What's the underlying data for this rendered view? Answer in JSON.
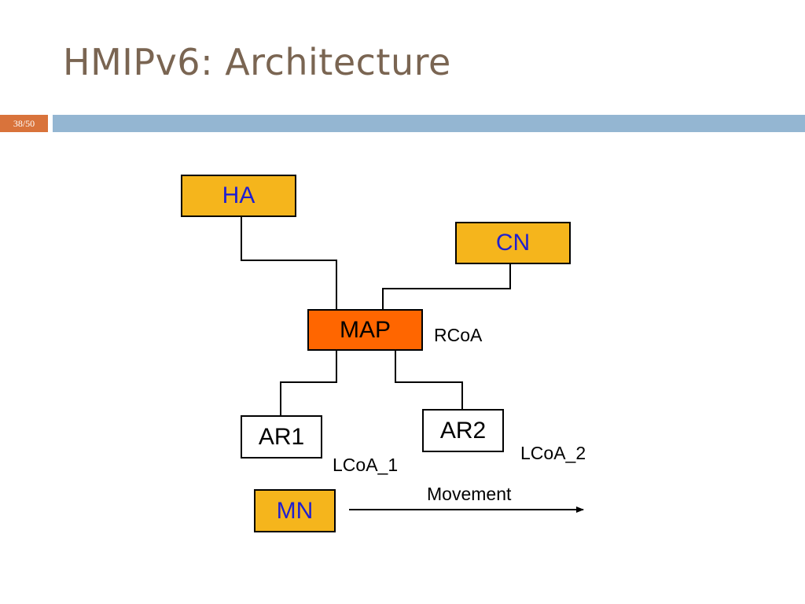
{
  "slide": {
    "title": "HMIPv6: Architecture",
    "number": "38/50"
  },
  "colors": {
    "title": "#7a6552",
    "slide_number_bg": "#d9733b",
    "header_bar": "#94b6d2",
    "node_yellow": "#f5b51c",
    "node_orange": "#ff6600",
    "node_text_blue": "#1f1fd0"
  },
  "diagram": {
    "nodes": {
      "ha": "HA",
      "cn": "CN",
      "map": "MAP",
      "ar1": "AR1",
      "ar2": "AR2",
      "mn": "MN"
    },
    "labels": {
      "rcoa": "RCoA",
      "lcoa_1": "LCoA_1",
      "lcoa_2": "LCoA_2",
      "movement": "Movement"
    },
    "edges": [
      {
        "from": "HA",
        "to": "MAP"
      },
      {
        "from": "CN",
        "to": "MAP"
      },
      {
        "from": "MAP",
        "to": "AR1"
      },
      {
        "from": "MAP",
        "to": "AR2"
      },
      {
        "from": "MN",
        "to": "Movement",
        "kind": "arrow"
      }
    ]
  }
}
